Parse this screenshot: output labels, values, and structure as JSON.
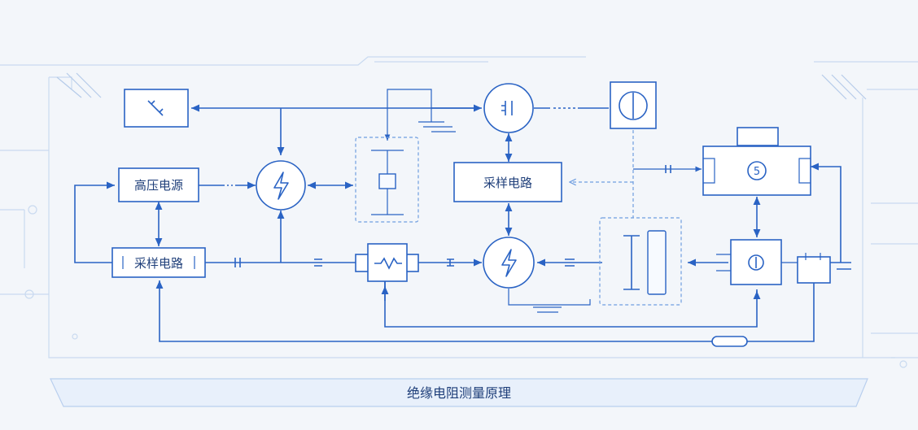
{
  "blocks": {
    "hv_source": "高压电源",
    "sampling_left": "采样电路",
    "sampling_center": "采样电路",
    "meter_number": "5"
  },
  "footer": {
    "caption": "绝缘电阻测量原理"
  },
  "colors": {
    "line": "#2a63c4",
    "background": "#f3f6fa",
    "decor": "#c9daf0",
    "text": "#1f3f7a"
  }
}
